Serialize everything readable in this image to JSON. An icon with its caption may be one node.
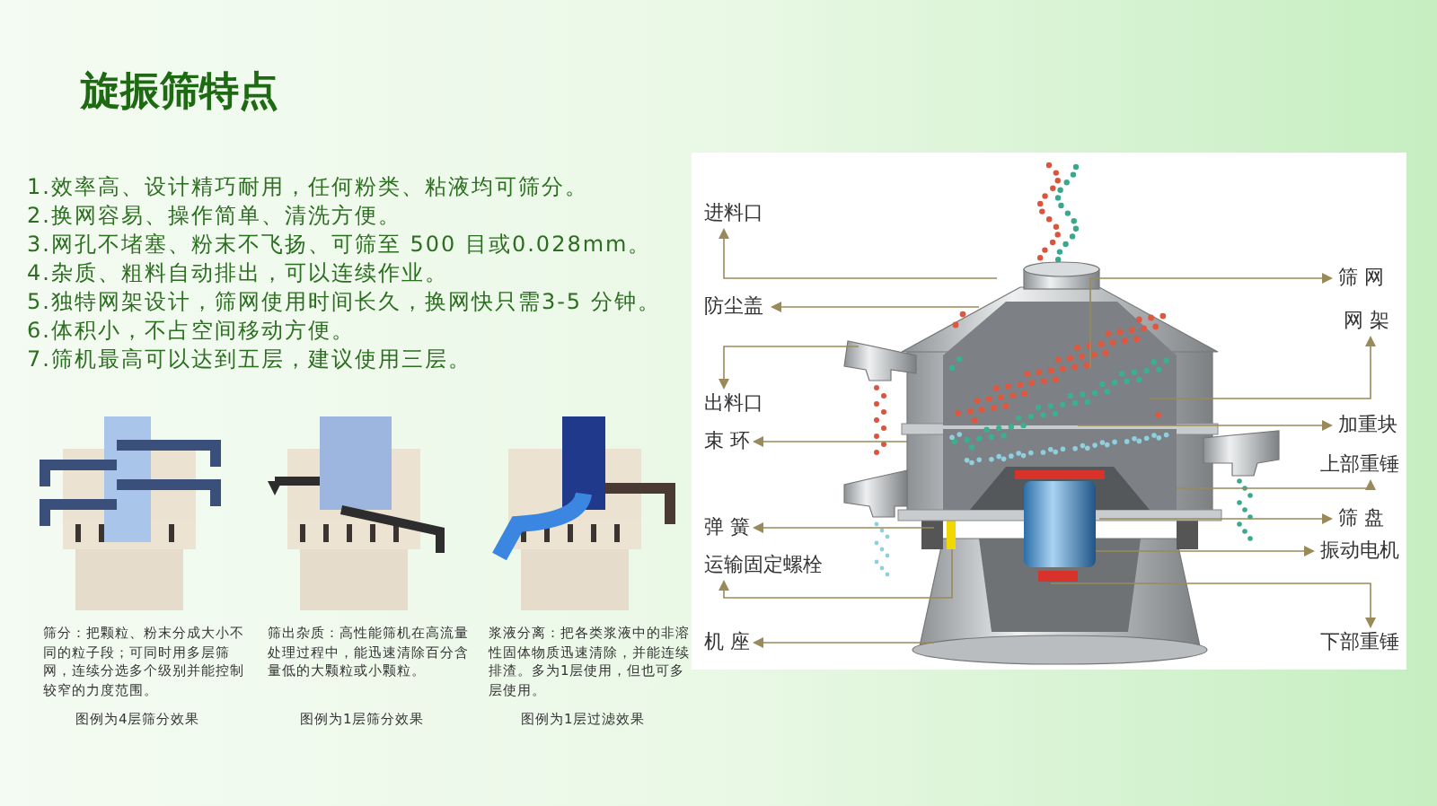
{
  "diagram": {
    "title": "旋振筛特点",
    "nodes": [
      {
        "text": [
          "进料口"
        ]
      },
      {
        "text": [
          "防尘盖"
        ]
      },
      {
        "text": [
          "出料口"
        ]
      },
      {
        "text": [
          "束 环"
        ]
      },
      {
        "text": [
          "弹 簧"
        ]
      },
      {
        "text": [
          "运输固定螺栓"
        ]
      },
      {
        "text": [
          "机 座"
        ]
      },
      {
        "text": [
          "筛 网"
        ]
      },
      {
        "text": [
          "网 架"
        ]
      },
      {
        "text": [
          "加重块"
        ]
      },
      {
        "text": [
          "上部重锤"
        ]
      },
      {
        "text": [
          "筛 盘"
        ]
      },
      {
        "text": [
          "振动电机"
        ]
      },
      {
        "text": [
          "下部重锤"
        ]
      }
    ],
    "edges": [
      {
        "from": null,
        "to": 0,
        "arrow": "to"
      },
      {
        "from": null,
        "to": 1,
        "arrow": "to"
      },
      {
        "from": null,
        "to": 2,
        "arrow": "to"
      },
      {
        "from": null,
        "to": 3,
        "arrow": "to"
      },
      {
        "from": null,
        "to": 4,
        "arrow": "to"
      },
      {
        "from": null,
        "to": 5,
        "arrow": "to"
      },
      {
        "from": null,
        "to": 6,
        "arrow": "to"
      },
      {
        "from": null,
        "to": 7,
        "arrow": "to"
      },
      {
        "from": null,
        "to": 8,
        "arrow": "to"
      },
      {
        "from": null,
        "to": 9,
        "arrow": "to"
      },
      {
        "from": null,
        "to": 10,
        "arrow": "to"
      },
      {
        "from": null,
        "to": 11,
        "arrow": "to"
      },
      {
        "from": null,
        "to": 12,
        "arrow": "to"
      },
      {
        "from": null,
        "to": 13,
        "arrow": "to"
      }
    ],
    "labels": [
      "1.效率高、设计精巧耐用，任何粉类、粘液均可筛分。",
      "2.换网容易、操作简单、清洗方便。",
      "3.网孔不堵塞、粉末不飞扬、可筛至 500 目或0.028mm。",
      "4.杂质、粗料自动排出，可以连续作业。",
      "5.独特网架设计，筛网使用时间长久，换网快只需3-5 分钟。",
      "6.体积小，不占空间移动方便。",
      "7.筛机最高可以达到五层，建议使用三层。",
      "筛分：把颗粒、粉末分成大小不同的粒子段；可同时用多层筛网，连续分选多个级别并能控制较窄的力度范围。",
      "筛出杂质：高性能筛机在高流量处理过程中，能迅速清除百分含量低的大颗粒或小颗粒。",
      "浆液分离：把各类浆液中的非溶性固体物质迅速清除，并能连续排渣。多为1层使用，但也可多层使用。",
      "图例为4层筛分效果",
      "图例为1层筛分效果",
      "图例为1层过滤效果"
    ]
  }
}
